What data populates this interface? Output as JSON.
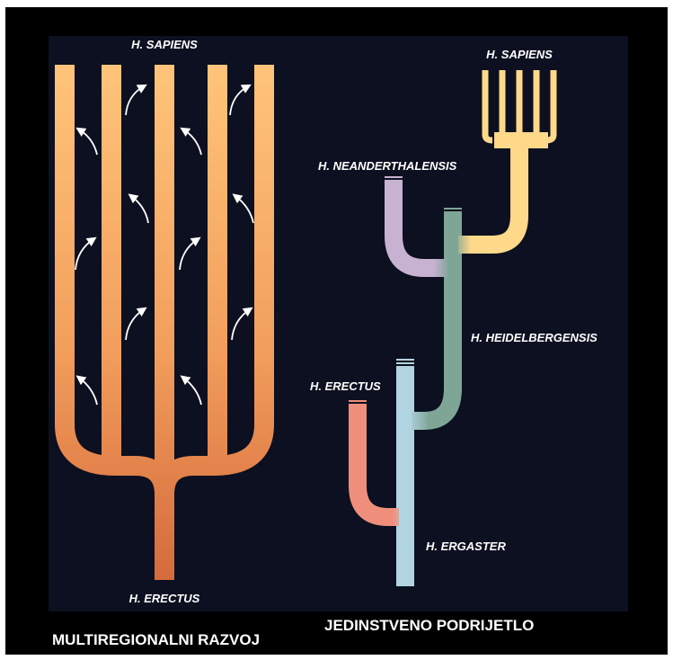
{
  "left_panel": {
    "top_label": "H. SAPIENS",
    "bottom_label": "H. ERECTUS",
    "caption": "MULTIREGIONALNI RAZVOJ"
  },
  "right_panel": {
    "sapiens_label": "H. SAPIENS",
    "neanderthalensis_label": "H. NEANDERTHALENSIS",
    "heidelbergensis_label": "H. HEIDELBERGENSIS",
    "erectus_label": "H. ERECTUS",
    "ergaster_label": "H. ERGASTER",
    "caption": "JEDINSTVENO PODRIJETLO"
  },
  "colors": {
    "orange_top": "#ffc47a",
    "orange_bottom": "#d46a3c",
    "sapiens_yellow": "#fed98a",
    "neanderthal_lilac": "#c8b2d2",
    "heidelberg_green": "#7fa596",
    "erectus_salmon": "#f08e7c",
    "ergaster_blue": "#b0d4e0"
  }
}
